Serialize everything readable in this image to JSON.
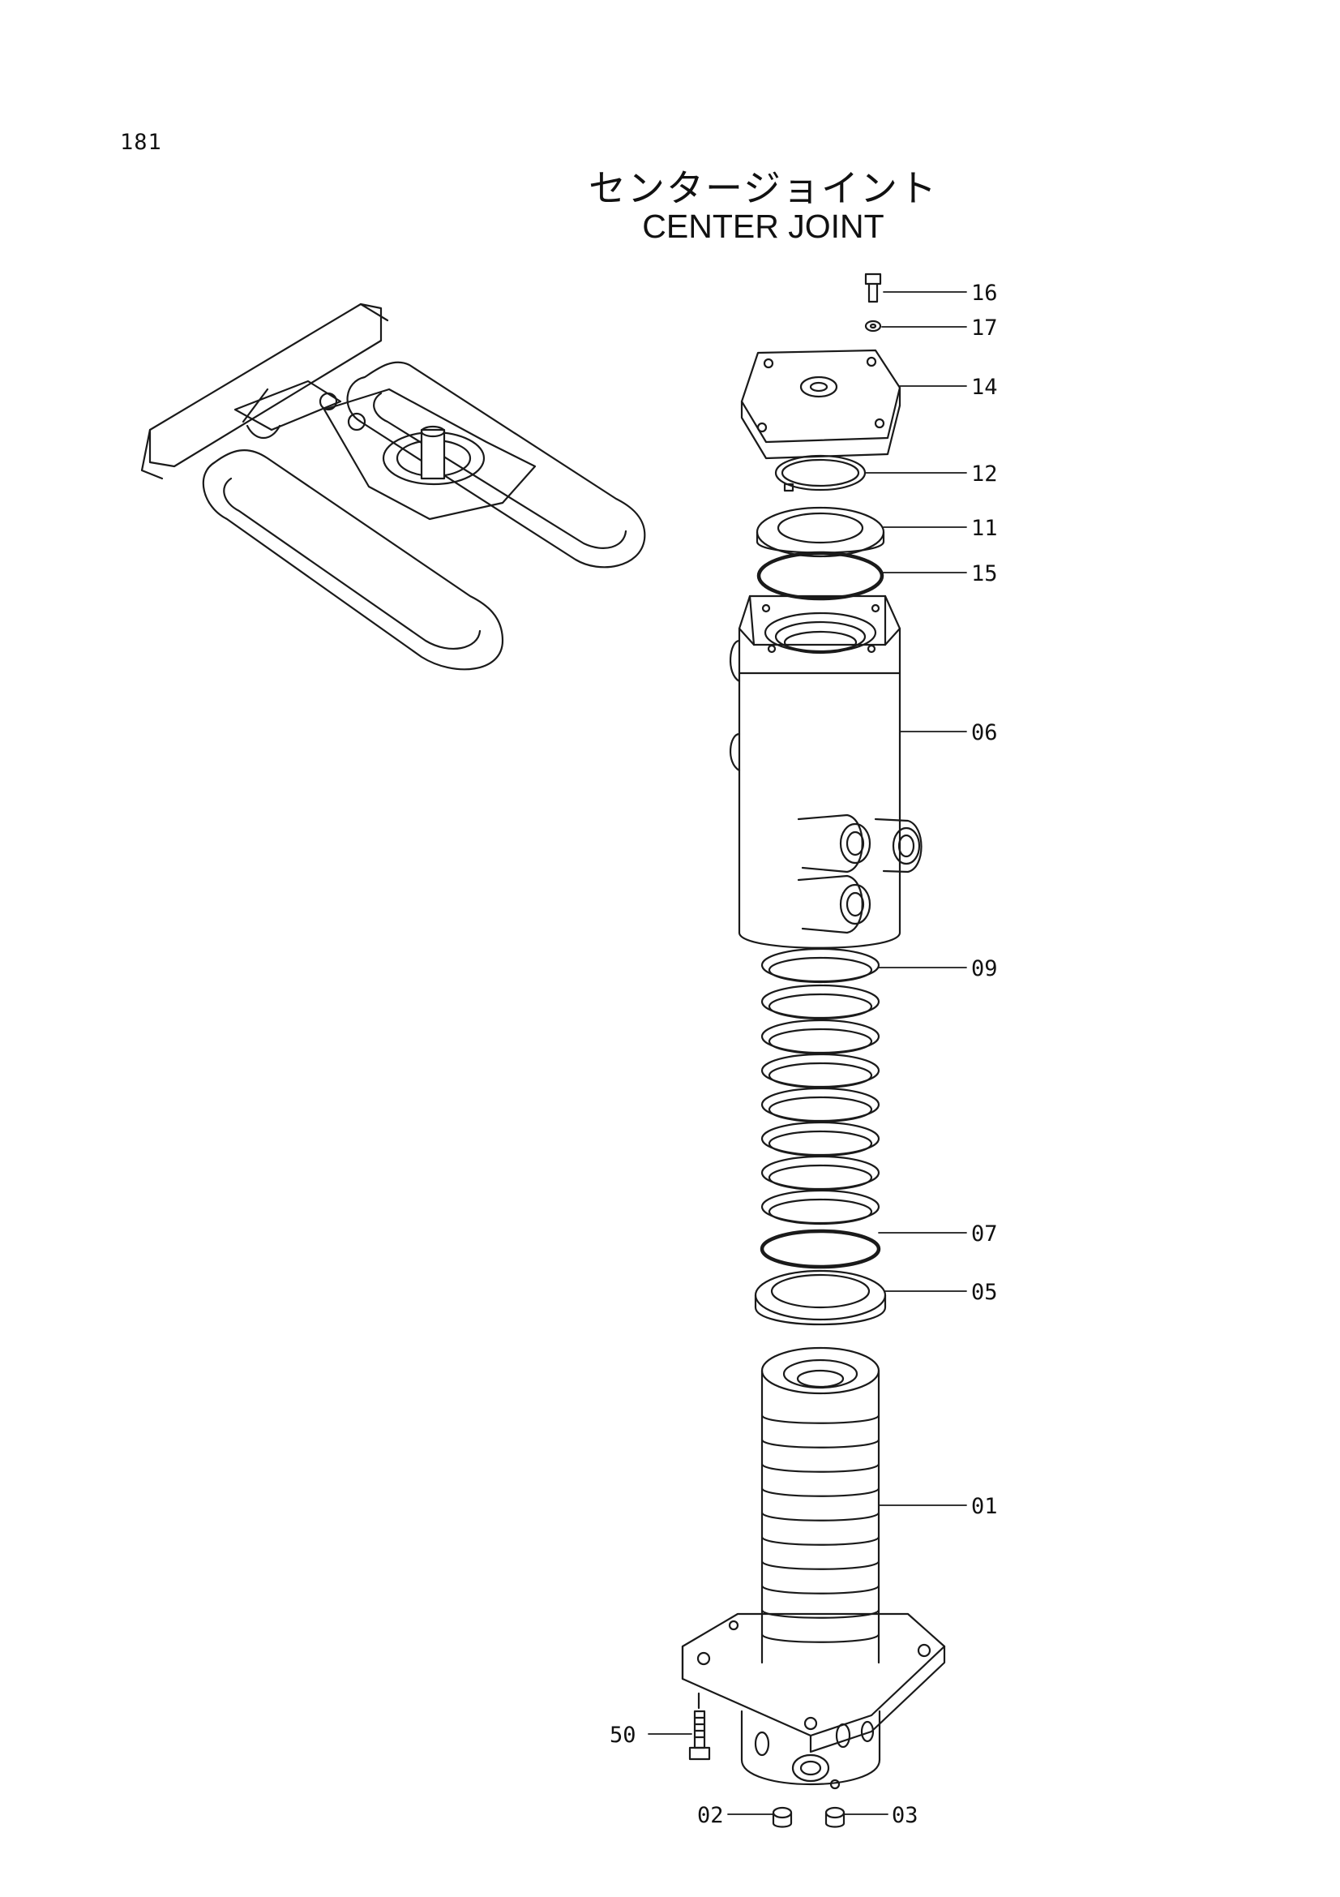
{
  "page": {
    "number": "181"
  },
  "title": {
    "japanese": "センタージョイント",
    "english": "CENTER JOINT"
  },
  "callouts": [
    {
      "label": "16",
      "name": "callout-16"
    },
    {
      "label": "17",
      "name": "callout-17"
    },
    {
      "label": "14",
      "name": "callout-14"
    },
    {
      "label": "12",
      "name": "callout-12"
    },
    {
      "label": "11",
      "name": "callout-11"
    },
    {
      "label": "15",
      "name": "callout-15"
    },
    {
      "label": "06",
      "name": "callout-06"
    },
    {
      "label": "09",
      "name": "callout-09"
    },
    {
      "label": "07",
      "name": "callout-07"
    },
    {
      "label": "05",
      "name": "callout-05"
    },
    {
      "label": "01",
      "name": "callout-01"
    },
    {
      "label": "50",
      "name": "callout-50"
    },
    {
      "label": "02",
      "name": "callout-02"
    },
    {
      "label": "03",
      "name": "callout-03"
    }
  ]
}
